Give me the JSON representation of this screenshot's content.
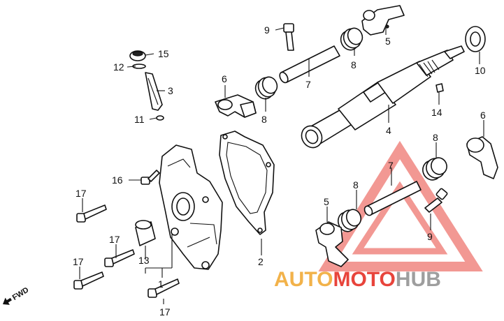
{
  "diagram": {
    "callouts": {
      "c1": "1",
      "c2": "2",
      "c3": "3",
      "c4": "4",
      "c5a": "5",
      "c5b": "5",
      "c6a": "6",
      "c6b": "6",
      "c7a": "7",
      "c7b": "7",
      "c8a": "8",
      "c8b": "8",
      "c8c": "8",
      "c8d": "8",
      "c9a": "9",
      "c9b": "9",
      "c10": "10",
      "c11": "11",
      "c12": "12",
      "c13": "13",
      "c14": "14",
      "c15": "15",
      "c16": "16",
      "c17a": "17",
      "c17b": "17",
      "c17c": "17",
      "c17d": "17"
    },
    "fwd_label": "FWD"
  },
  "watermark": {
    "word1": "AUTO",
    "word2": "MOTO",
    "word3": "HUB",
    "colors": {
      "auto": "#f2b24a",
      "moto": "#e8443b",
      "hub": "#9e9e9e",
      "triangle": "#e8443b"
    }
  }
}
